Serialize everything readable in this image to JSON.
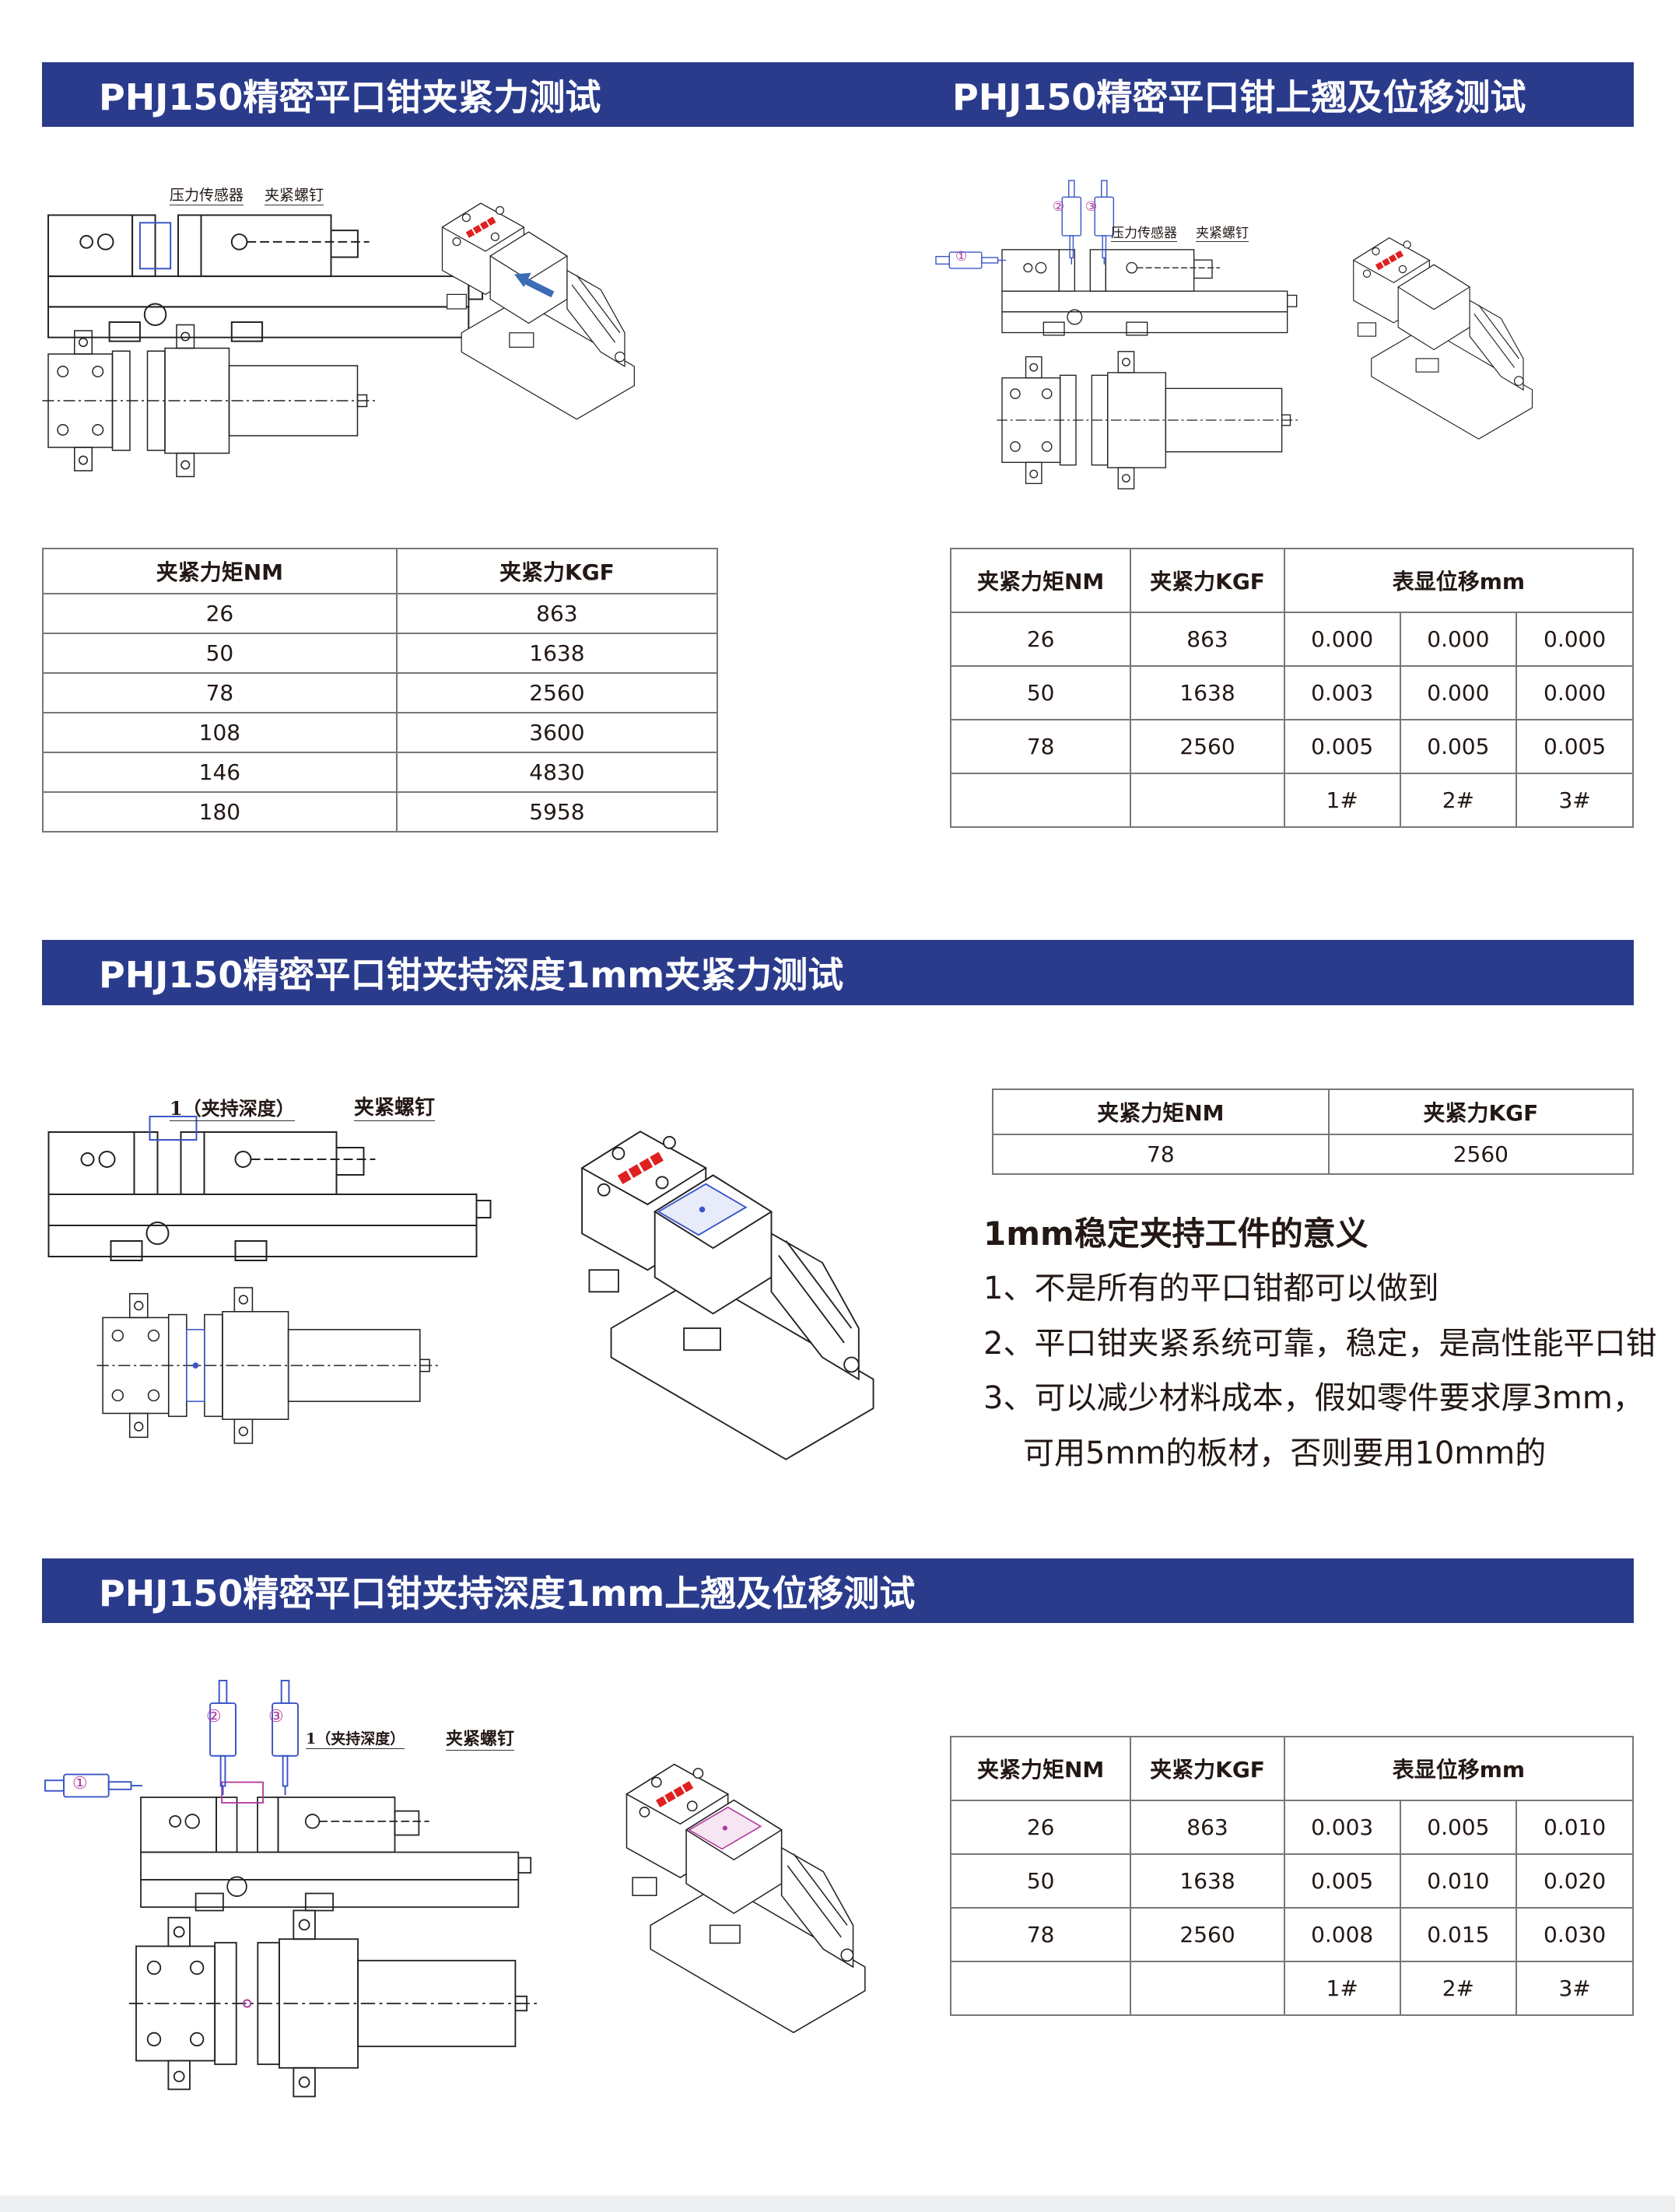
{
  "colors": {
    "header_band": "#2b3b8c",
    "header_text": "#ffffff",
    "arrow": "#3b6cb5",
    "dial": "#3a55c8",
    "marker": "#b0359a",
    "brand_stamp": "#e02020"
  },
  "sections": [
    {
      "title": "PHJ150精密平口钳夹紧力测试",
      "labels": {
        "sensor": "压力传感器",
        "screw": "夹紧螺钉"
      },
      "table": {
        "headers": [
          "夹紧力矩NM",
          "夹紧力KGF"
        ],
        "rows": [
          [
            "26",
            "863"
          ],
          [
            "50",
            "1638"
          ],
          [
            "78",
            "2560"
          ],
          [
            "108",
            "3600"
          ],
          [
            "146",
            "4830"
          ],
          [
            "180",
            "5958"
          ]
        ]
      }
    },
    {
      "title": "PHJ150精密平口钳上翘及位移测试",
      "labels": {
        "sensor": "压力传感器",
        "screw": "夹紧螺钉",
        "d1": "①",
        "d2": "②",
        "d3": "③"
      },
      "table": {
        "headers": [
          "夹紧力矩NM",
          "夹紧力KGF",
          "表显位移mm"
        ],
        "rows": [
          [
            "26",
            "863",
            "0.000",
            "0.000",
            "0.000"
          ],
          [
            "50",
            "1638",
            "0.003",
            "0.000",
            "0.000"
          ],
          [
            "78",
            "2560",
            "0.005",
            "0.005",
            "0.005"
          ],
          [
            "",
            "",
            "1#",
            "2#",
            "3#"
          ]
        ]
      }
    },
    {
      "title": "PHJ150精密平口钳夹持深度1mm夹紧力测试",
      "labels": {
        "depth": "1（夹持深度）",
        "screw": "夹紧螺钉"
      },
      "table": {
        "headers": [
          "夹紧力矩NM",
          "夹紧力KGF"
        ],
        "rows": [
          [
            "78",
            "2560"
          ]
        ]
      },
      "notes": {
        "heading": "1mm稳定夹持工件的意义",
        "lines": [
          "1、不是所有的平口钳都可以做到",
          "2、平口钳夹紧系统可靠，稳定，是高性能平口钳",
          "3、可以减少材料成本，假如零件要求厚3mm，",
          "可用5mm的板材，否则要用10mm的"
        ]
      }
    },
    {
      "title": "PHJ150精密平口钳夹持深度1mm上翘及位移测试",
      "labels": {
        "depth": "1（夹持深度）",
        "screw": "夹紧螺钉",
        "d1": "①",
        "d2": "②",
        "d3": "③"
      },
      "table": {
        "headers": [
          "夹紧力矩NM",
          "夹紧力KGF",
          "表显位移mm"
        ],
        "rows": [
          [
            "26",
            "863",
            "0.003",
            "0.005",
            "0.010"
          ],
          [
            "50",
            "1638",
            "0.005",
            "0.010",
            "0.020"
          ],
          [
            "78",
            "2560",
            "0.008",
            "0.015",
            "0.030"
          ],
          [
            "",
            "",
            "1#",
            "2#",
            "3#"
          ]
        ]
      }
    }
  ]
}
